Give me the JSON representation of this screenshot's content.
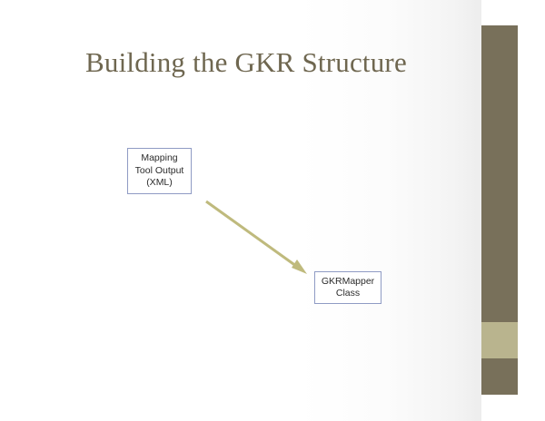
{
  "slide": {
    "title": "Building the GKR Structure",
    "background_color": "#ffffff",
    "title_color": "#6f6750"
  },
  "diagram": {
    "nodes": [
      {
        "id": "mapping-tool-output",
        "label": "Mapping\nTool Output\n(XML)",
        "border_color": "#8f9bc4",
        "fill_color": "#ffffff",
        "text_color": "#2b2b2b"
      },
      {
        "id": "gkrmapper-class",
        "label": "GKRMapper\nClass",
        "border_color": "#8f9bc4",
        "fill_color": "#ffffff",
        "text_color": "#2b2b2b"
      }
    ],
    "connectors": [
      {
        "id": "arrow-mapping-to-gkrmapper",
        "from": "mapping-tool-output",
        "to": "gkrmapper-class",
        "color": "#bfba7d",
        "style": "solid-arrow"
      }
    ]
  },
  "sidebar": {
    "bands": [
      {
        "id": "band-dark-top",
        "color": "#78705a"
      },
      {
        "id": "band-light",
        "color": "#b9b48e"
      },
      {
        "id": "band-dark-bottom",
        "color": "#78705a"
      }
    ]
  }
}
